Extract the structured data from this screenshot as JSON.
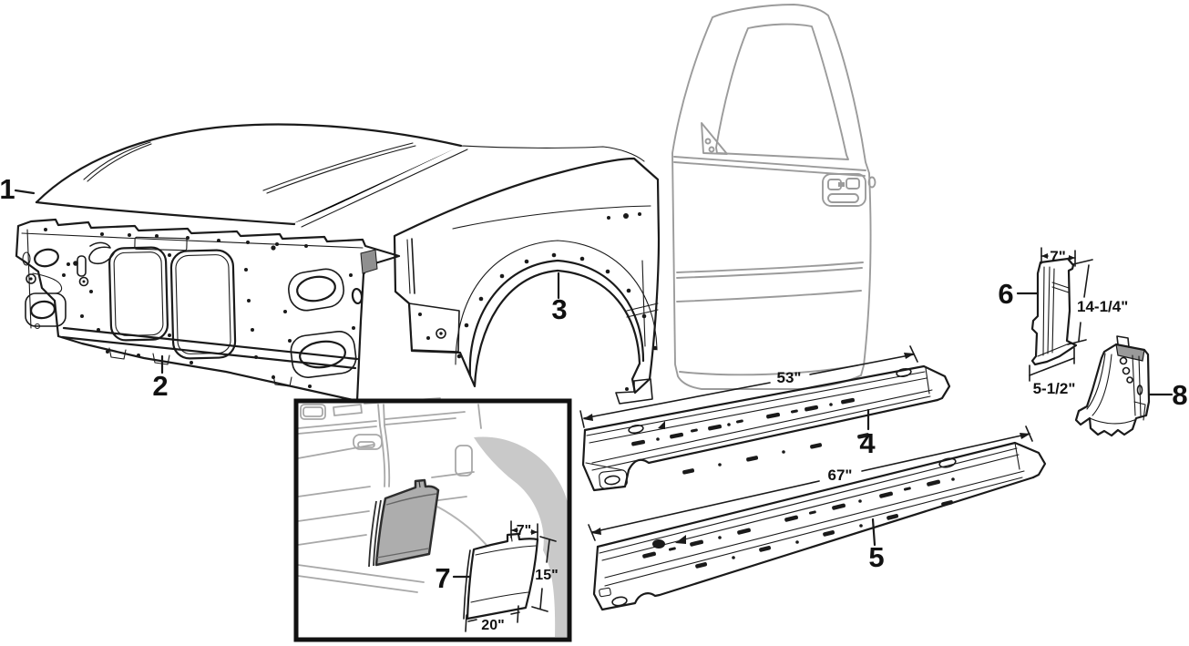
{
  "figure": {
    "background": "#ffffff",
    "line_color": "#1a1a1a",
    "reference_line_color": "#9b9b9b",
    "inset_shade_color": "#c9c9c9",
    "patch_panel_fill": "#adadad"
  },
  "part_labels": {
    "hood": "1",
    "radiator_support": "2",
    "front_fender": "3",
    "rocker_panel_standard": "4",
    "rocker_panel_extended": "5",
    "front_pillar_lower": "6",
    "cab_side_patch": "7",
    "cab_corner": "8"
  },
  "dimensions": {
    "rocker_standard_length": "53\"",
    "rocker_extended_length": "67\"",
    "pillar_top_width": "7\"",
    "pillar_height": "14-1/4\"",
    "pillar_base_width": "5-1/2\"",
    "patch_top_width": "7\"",
    "patch_height": "15\"",
    "patch_bottom_width": "20\""
  }
}
